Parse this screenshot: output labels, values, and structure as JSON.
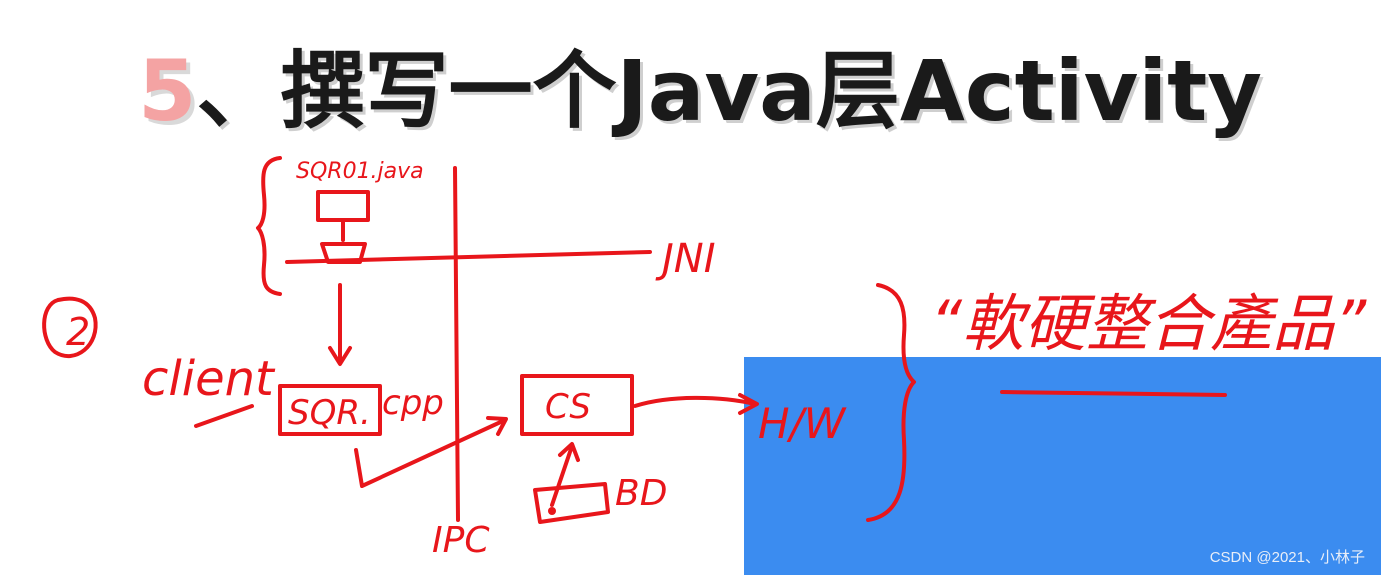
{
  "slide": {
    "title_number": "5",
    "title_text": "、撰写一个Java层Activity"
  },
  "annotations": {
    "top_label": "SQR01.java",
    "jni_label": "JNI",
    "client_label": "client",
    "sqr_cpp_box": "SQR.",
    "cpp_suffix": "cpp",
    "cs_box": "CS",
    "bd_label": "BD",
    "ipc_label": "IPC",
    "hw_label": "H/W",
    "chinese_quote": "“軟硬整合產品”",
    "circle_letter": "2"
  },
  "watermark": {
    "text": "CSDN @2021、小林子"
  },
  "colors": {
    "ink": "#e8161b",
    "panel": "#3b8cf0",
    "title": "#1a1a1a",
    "title_number": "#f4a3a3"
  }
}
